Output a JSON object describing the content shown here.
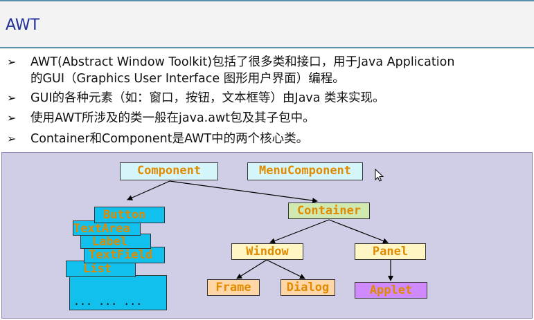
{
  "slide": {
    "title": "AWT",
    "bullets": [
      {
        "line1": "AWT(Abstract Window Toolkit)包括了很多类和接口，用于Java Application",
        "line2": "的GUI（Graphics User Interface 图形用户界面）编程。"
      },
      {
        "line1": "GUI的各种元素（如：窗口，按钮，文本框等）由Java 类来实现。"
      },
      {
        "line1": "使用AWT所涉及的类一般在java.awt包及其子包中。"
      },
      {
        "line1": "Container和Component是AWT中的两个核心类。"
      }
    ]
  },
  "diagram": {
    "nodes": {
      "component": "Component",
      "menucomponent": "MenuComponent",
      "container": "Container",
      "window": "Window",
      "panel": "Panel",
      "frame": "Frame",
      "dialog": "Dialog",
      "applet": "Applet",
      "button": "Button",
      "textarea": "TextArea",
      "label": "Label",
      "textfield": "TextField",
      "list": "List",
      "more": "... ... ..."
    }
  },
  "icons": {
    "bullet": "arrowhead-bullet-icon",
    "pointer": "mouse-cursor-icon"
  }
}
